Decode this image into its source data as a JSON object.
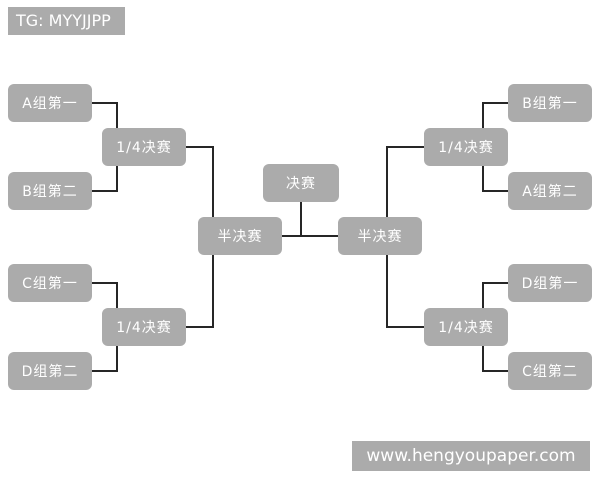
{
  "header": {
    "tag_label": "TG: MYYJJPP"
  },
  "watermark": {
    "text": "www.hengyoupaper.com"
  },
  "colors": {
    "background": "#ffffff",
    "box_fill": "#ababab",
    "box_text": "#ffffff",
    "connector": "#262626"
  },
  "bracket": {
    "final": {
      "label": "决赛"
    },
    "left": {
      "semifinal": {
        "label": "半决赛"
      },
      "quarterfinals": [
        {
          "label": "1/4决赛"
        },
        {
          "label": "1/4决赛"
        }
      ],
      "teams": [
        {
          "label": "A组第一"
        },
        {
          "label": "B组第二"
        },
        {
          "label": "C组第一"
        },
        {
          "label": "D组第二"
        }
      ]
    },
    "right": {
      "semifinal": {
        "label": "半决赛"
      },
      "quarterfinals": [
        {
          "label": "1/4决赛"
        },
        {
          "label": "1/4决赛"
        }
      ],
      "teams": [
        {
          "label": "B组第一"
        },
        {
          "label": "A组第二"
        },
        {
          "label": "D组第一"
        },
        {
          "label": "C组第二"
        }
      ]
    }
  }
}
